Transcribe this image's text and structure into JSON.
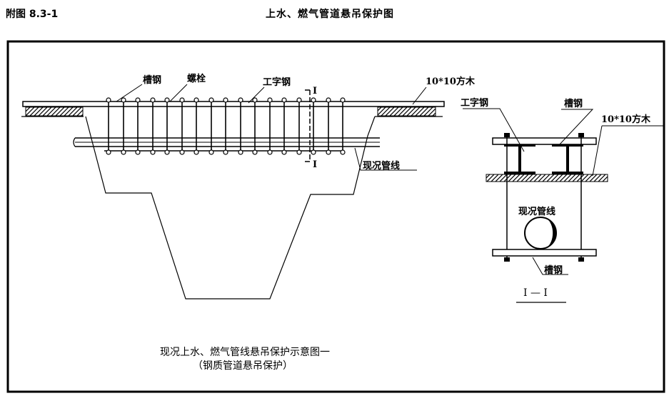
{
  "header": {
    "figure_number": "附图 8.3-1",
    "title": "上水、燃气管道悬吊保护图"
  },
  "elevation": {
    "labels": {
      "channel_steel": "槽钢",
      "bolt": "螺栓",
      "i_beam": "工字钢",
      "timber": "10*10方木",
      "existing_pipe": "现况管线",
      "section_mark_top": "I",
      "section_mark_bottom": "I"
    },
    "caption_line1": "现况上水、燃气管线悬吊保护示意图一",
    "caption_line2": "（钢质管道悬吊保护）"
  },
  "section": {
    "labels": {
      "i_beam": "工字钢",
      "channel_steel_top": "槽钢",
      "timber": "10*10方木",
      "existing_pipe": "现况管线",
      "channel_steel_bottom": "槽钢"
    },
    "title": "I — I"
  }
}
